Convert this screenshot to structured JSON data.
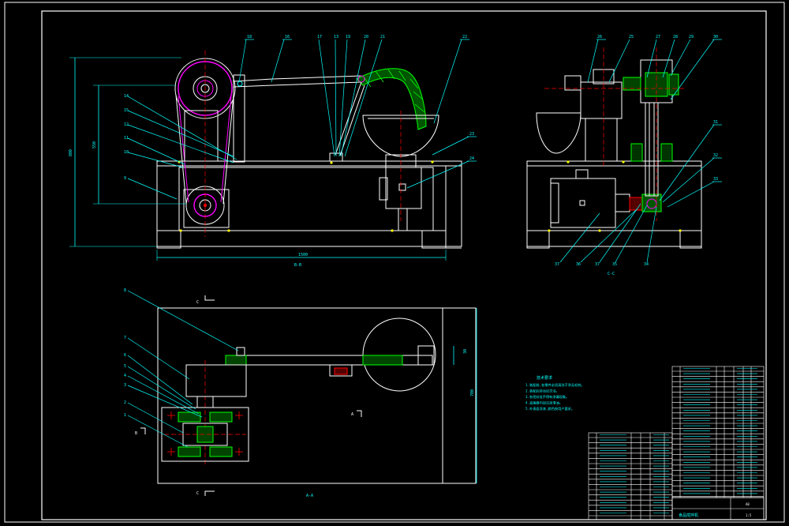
{
  "drawing": {
    "section_labels": {
      "front": "B-B",
      "side": "C-C",
      "plan": "A-A",
      "cut_c_top": "C",
      "cut_c_bottom": "C",
      "cut_b": "B",
      "cut_a": "A"
    },
    "dimensions": {
      "overall_width": "1500",
      "overall_height": "800",
      "inner_height": "550",
      "plan_depth": "700",
      "plan_small": "30"
    },
    "front_leaders": [
      "18",
      "16",
      "17",
      "13",
      "19",
      "20",
      "21",
      "22",
      "14",
      "15",
      "12",
      "11",
      "10",
      "9",
      "23",
      "24"
    ],
    "side_leaders": [
      "26",
      "25",
      "27",
      "28",
      "29",
      "30",
      "31",
      "32",
      "33"
    ],
    "side_bottom_leaders": [
      "37",
      "36",
      "37",
      "35",
      "34"
    ],
    "plan_leaders": [
      "8",
      "7",
      "6",
      "5",
      "4",
      "3",
      "2",
      "1"
    ],
    "notes_title": "技术要求",
    "notes": [
      "1.装配前,各零件必须清洗干净无毛刺。",
      "2.装配后转动应灵活。",
      "3.各密封处不得有渗漏现象。",
      "4.减速器内加注润滑油。",
      "5.外表面涂漆,颜色按用户要求。"
    ],
    "title_block_name": "食品搅拌机",
    "title_block_code": "A0",
    "title_block_scale": "1:5"
  },
  "colors": {
    "background": "#000000",
    "line_white": "#ffffff",
    "cyan": "#00ffff",
    "magenta": "#ff00ff",
    "green": "#00ff00",
    "yellow": "#ffff00",
    "red": "#ff0000"
  }
}
